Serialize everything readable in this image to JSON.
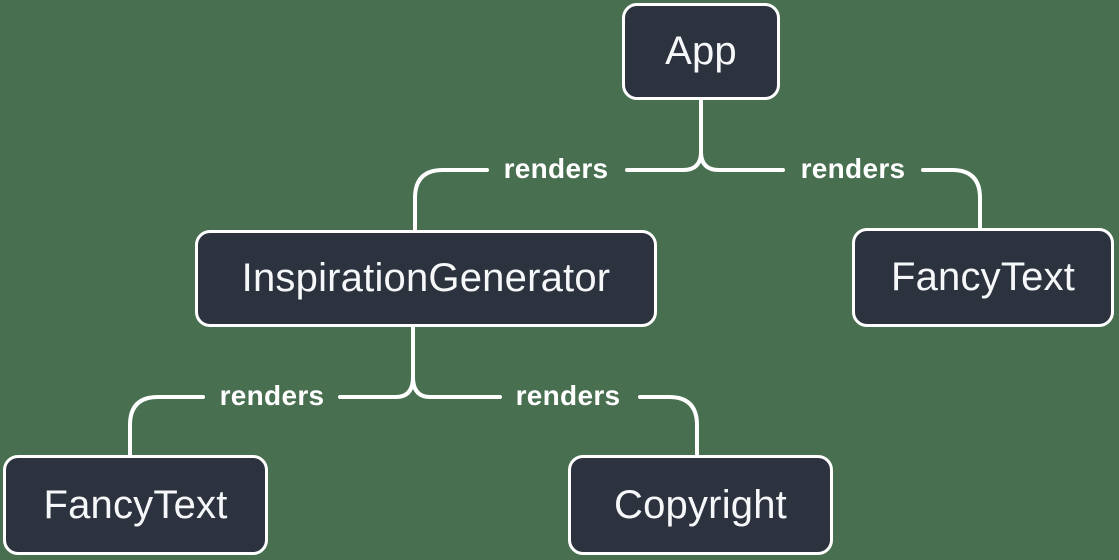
{
  "colors": {
    "background": "#486f50",
    "node_fill": "#2c333f",
    "node_border": "#ffffff",
    "node_text": "#f6f7f9",
    "edge_line": "#ffffff",
    "edge_label_text": "#ffffff"
  },
  "diagram": {
    "type": "tree",
    "nodes": [
      {
        "id": "app",
        "label": "App"
      },
      {
        "id": "inspiration-generator",
        "label": "InspirationGenerator"
      },
      {
        "id": "fancy-text-top",
        "label": "FancyText"
      },
      {
        "id": "fancy-text-bottom",
        "label": "FancyText"
      },
      {
        "id": "copyright",
        "label": "Copyright"
      }
    ],
    "edges": [
      {
        "from": "App",
        "to": "InspirationGenerator",
        "label": "renders"
      },
      {
        "from": "App",
        "to": "FancyText",
        "label": "renders"
      },
      {
        "from": "InspirationGenerator",
        "to": "FancyText",
        "label": "renders"
      },
      {
        "from": "InspirationGenerator",
        "to": "Copyright",
        "label": "renders"
      }
    ]
  }
}
